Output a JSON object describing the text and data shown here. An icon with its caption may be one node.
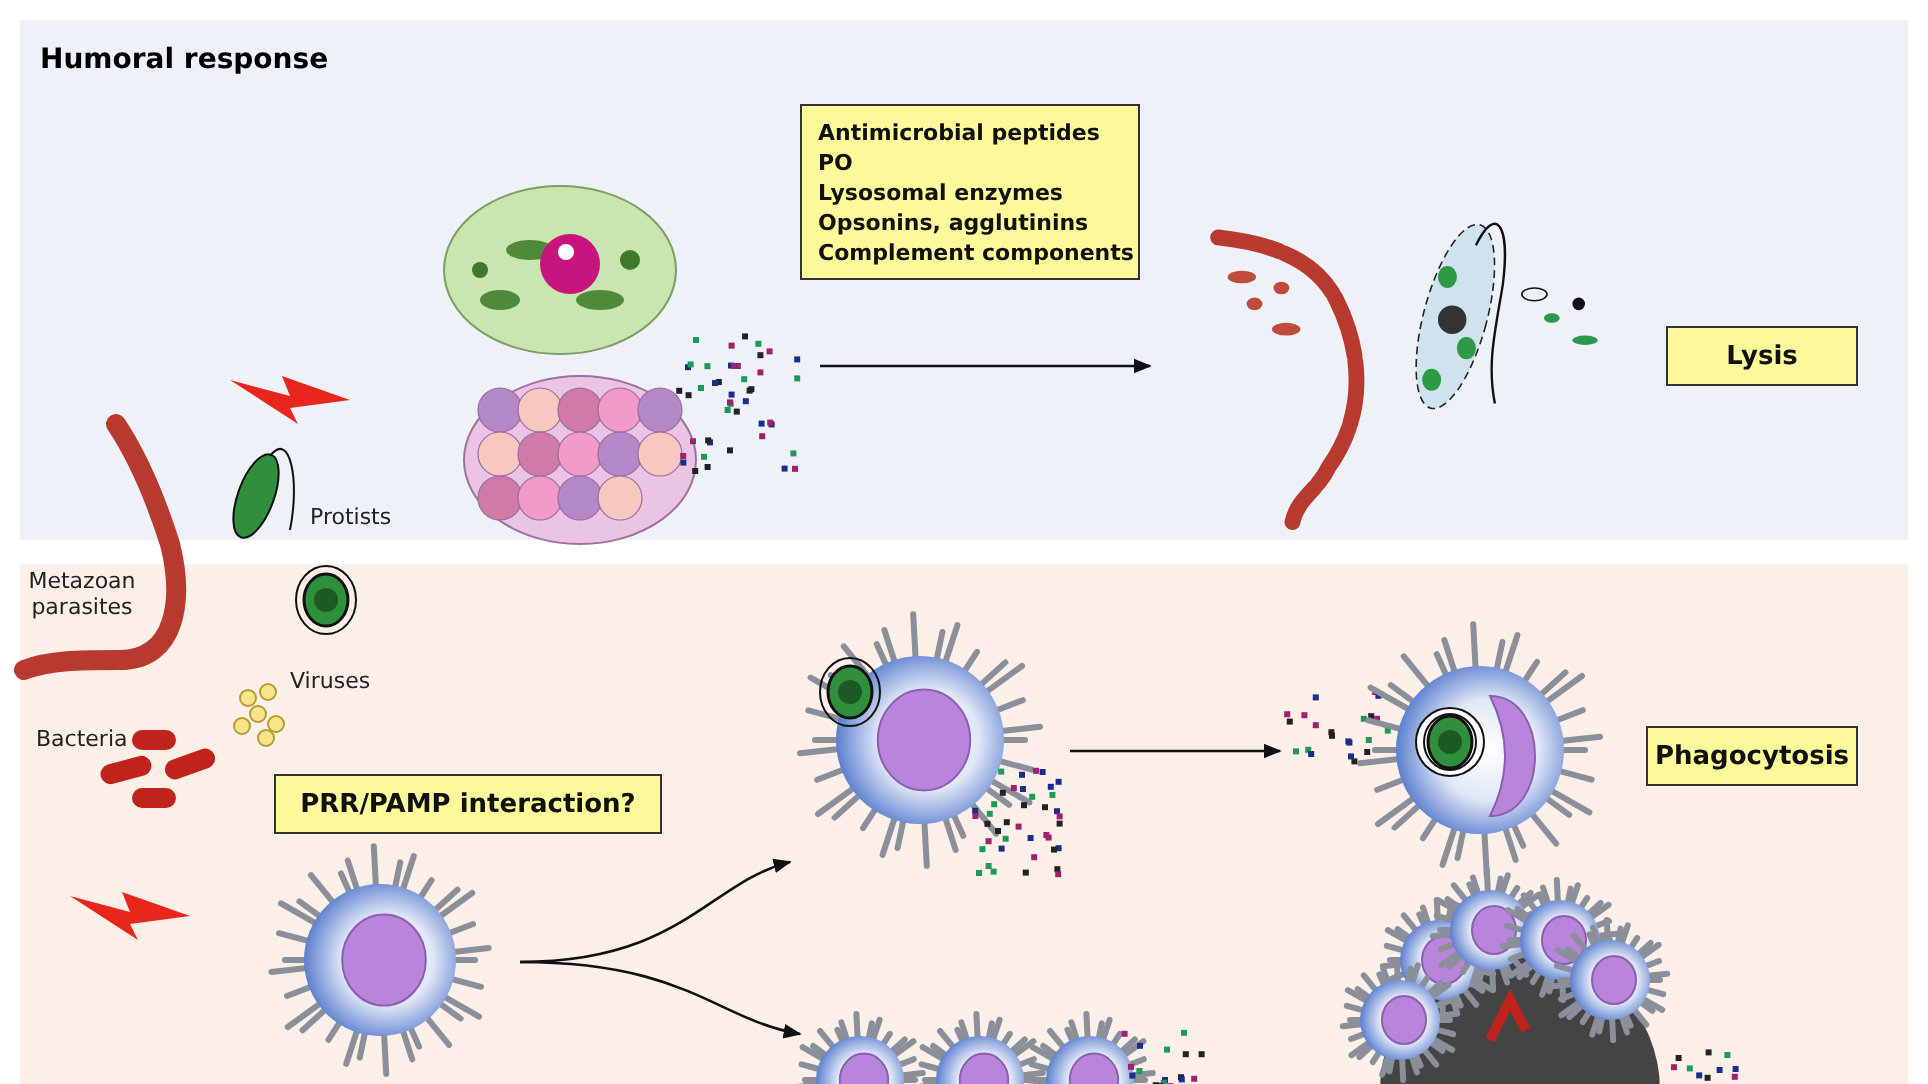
{
  "diagram": {
    "nodes": [
      {
        "text": [
          "Humoral response"
        ]
      },
      {
        "text": [],
        "shape": "box"
      },
      {
        "text": [],
        "shape": "picture",
        "in": 0
      },
      {
        "text": [
          "Antimicrobial peptides",
          "PO",
          "Lysosomal enzymes",
          "Opsonins, agglutinins",
          "Complement components"
        ],
        "in": 0
      },
      {
        "text": [],
        "shape": "picture",
        "in": 0
      },
      {
        "text": [
          "Lysis"
        ],
        "in": 0
      },
      {
        "text": [
          "PRR/PAMP interaction?"
        ],
        "in": 1
      },
      {
        "text": [],
        "shape": "picture",
        "in": 1
      },
      {
        "text": [],
        "shape": "picture",
        "in": 1
      },
      {
        "text": [],
        "shape": "picture",
        "in": 1
      },
      {
        "text": [
          "Phagocytosis"
        ],
        "in": 1
      },
      {
        "text": [],
        "shape": "picture",
        "in": 1
      }
    ],
    "edges": [
      {
        "from": 2,
        "to": 4,
        "arrow": "to"
      },
      {
        "from": 7,
        "to": 8,
        "arrow": "to"
      },
      {
        "from": 7,
        "to": 11,
        "arrow": "to"
      },
      {
        "from": 8,
        "to": 9,
        "arrow": "to"
      }
    ],
    "labels": [
      "Protists",
      "Metazoan parasites",
      "Viruses",
      "Bacteria"
    ]
  }
}
